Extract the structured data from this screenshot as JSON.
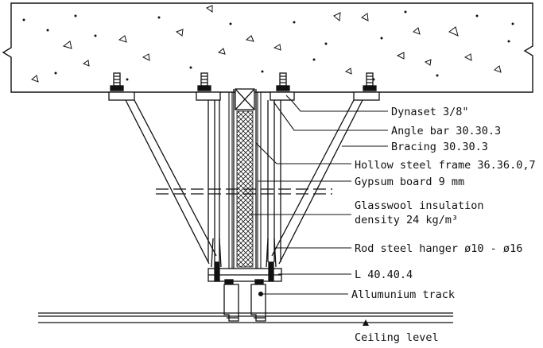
{
  "labels": {
    "dynaset": "Dynaset 3/8\"",
    "angle_bar": "Angle bar 30.30.3",
    "bracing": "Bracing 30.30.3",
    "hollow_frame": "Hollow steel frame 36.36.0,7",
    "gypsum": "Gypsum board 9 mm",
    "glasswool_line1": "Glasswool insulation",
    "glasswool_line2": "density 24 kg/m³",
    "rod_hanger": "Rod steel hanger ø10 - ø16",
    "l_angle": "L 40.40.4",
    "track": "Allumunium track",
    "ceiling": "Ceiling level"
  },
  "colors": {
    "line": "#111111",
    "background": "#ffffff"
  }
}
